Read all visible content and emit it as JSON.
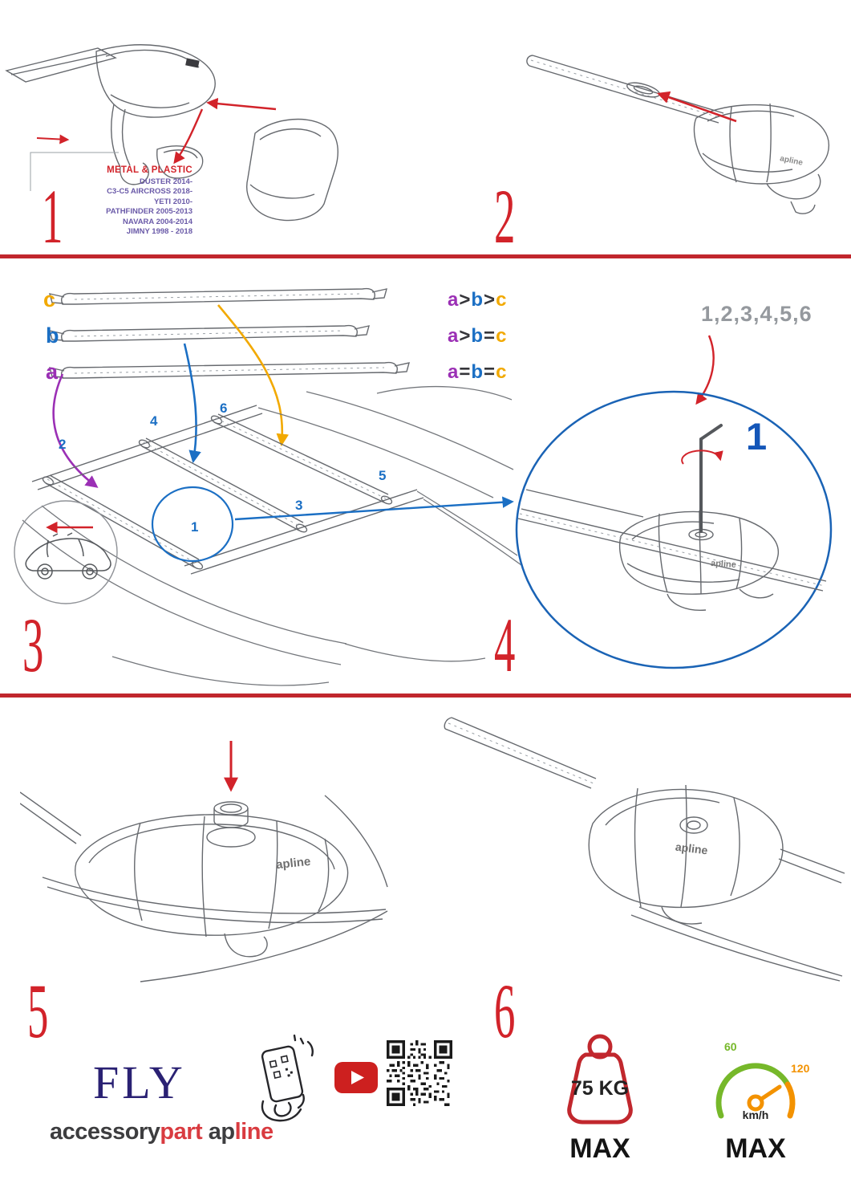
{
  "accents": {
    "red": "#d2232a",
    "purple": "#9b30b5",
    "blue": "#1b6fc4",
    "orange": "#f2a900",
    "navy": "#2a2173",
    "green": "#76b82a",
    "gauge_orange": "#f39200"
  },
  "step1": {
    "number": "1",
    "material": "METAL & PLASTIC",
    "models": [
      "DUSTER 2014-",
      "C3-C5 AIRCROSS 2018-",
      "YETI 2010-",
      "PATHFINDER 2005-2013",
      "NAVARA 2004-2014",
      "JIMNY 1998 - 2018"
    ]
  },
  "step2": {
    "number": "2",
    "brand": "apline"
  },
  "step3": {
    "number": "3",
    "bar_labels": {
      "c": "c",
      "b": "b",
      "a": "a"
    },
    "legend": {
      "row1": {
        "t0": "a",
        "t1": ">",
        "t2": "b",
        "t3": ">",
        "t4": "c"
      },
      "row2": {
        "t0": "a",
        "t1": ">",
        "t2": "b",
        "t3": "=",
        "t4": "c"
      },
      "row3": {
        "t0": "a",
        "t1": "=",
        "t2": "b",
        "t3": "=",
        "t4": "c"
      }
    },
    "positions": {
      "p1": "1",
      "p2": "2",
      "p3": "3",
      "p4": "4",
      "p5": "5",
      "p6": "6"
    }
  },
  "step4": {
    "number": "4",
    "sequence": "1,2,3,4,5,6",
    "first_position": "1",
    "brand": "apline"
  },
  "step5": {
    "number": "5",
    "brand": "apline"
  },
  "step6": {
    "number": "6",
    "brand": "apline"
  },
  "footer": {
    "brand_title": "FLY",
    "brand_word_1": "accessory",
    "brand_word_2": "part",
    "brand_word_3": "ap",
    "brand_word_4": "line",
    "weight_limit": "75 KG",
    "weight_max_label": "MAX",
    "speed_low": "60",
    "speed_high": "120",
    "speed_unit": "km/h",
    "speed_max_label": "MAX"
  }
}
